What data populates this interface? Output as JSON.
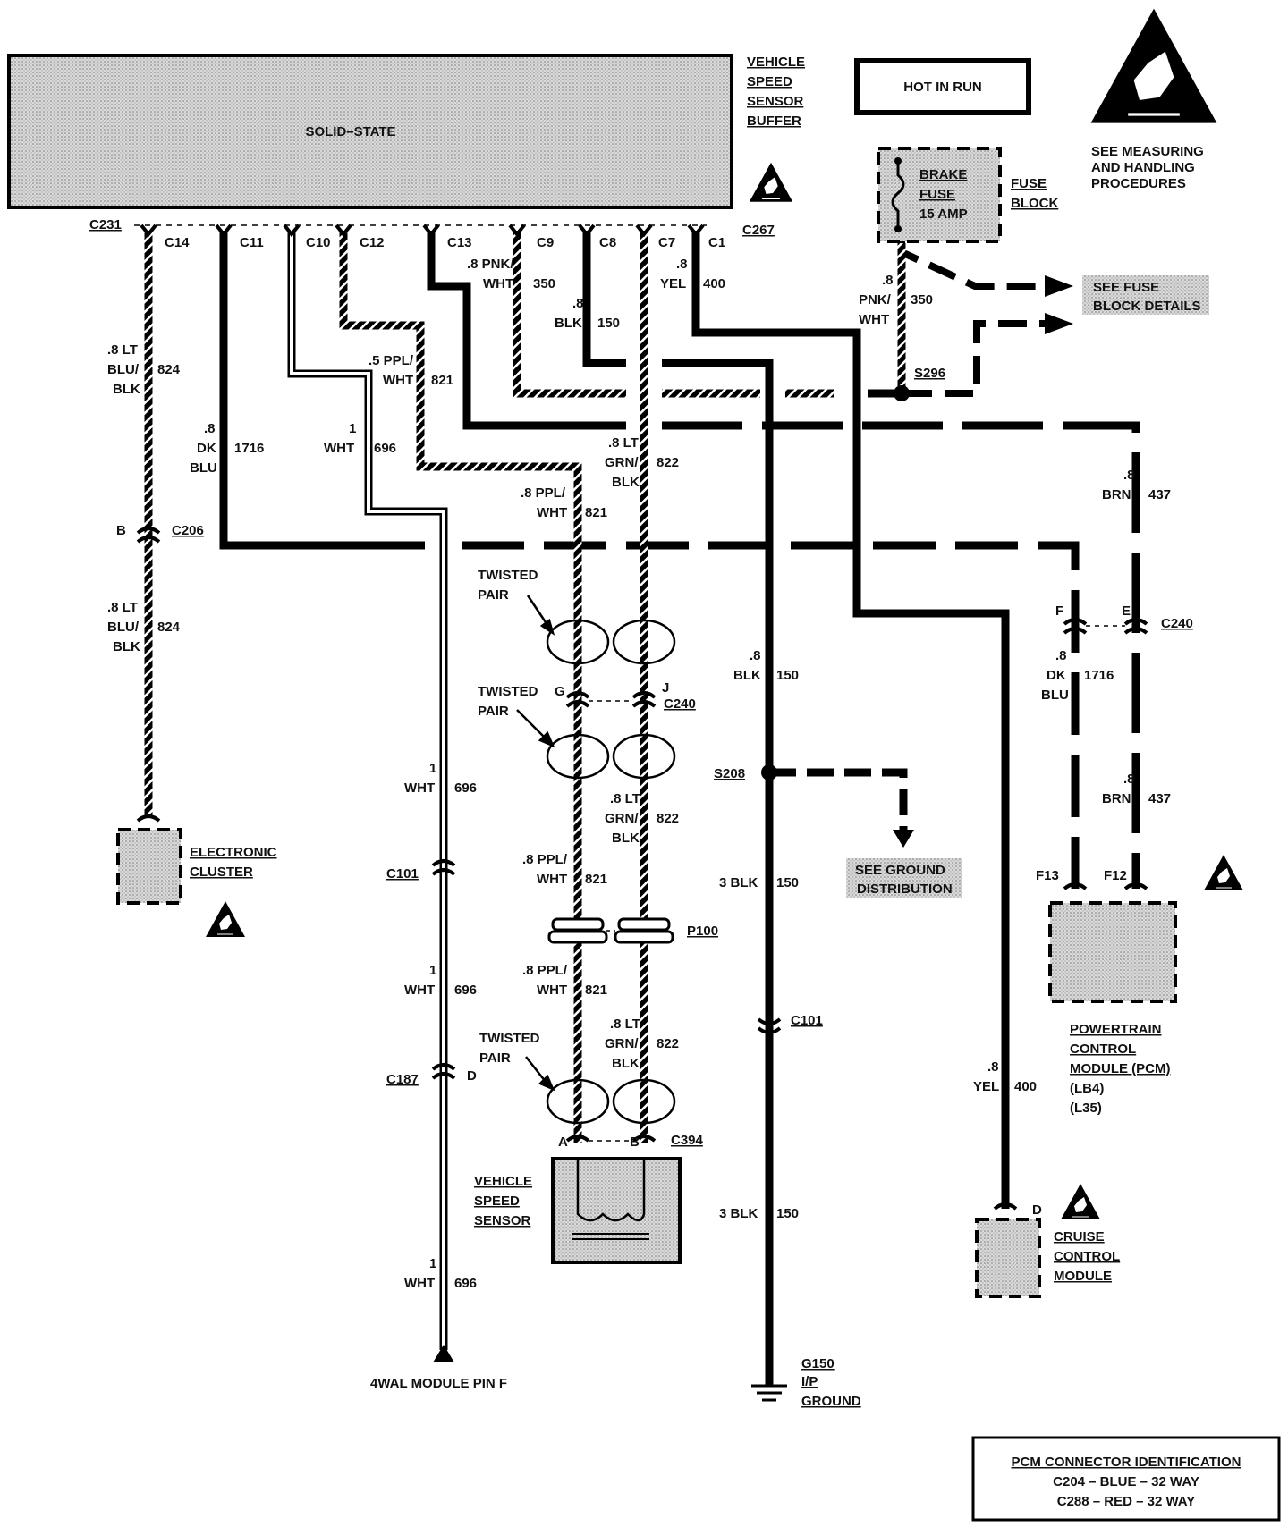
{
  "header": {
    "vssb_title": [
      "VEHICLE",
      "SPEED",
      "SENSOR",
      "BUFFER"
    ],
    "solid_state": "SOLID–STATE",
    "hot_in_run": "HOT IN RUN",
    "esd_note": [
      "SEE MEASURING",
      "AND HANDLING",
      "PROCEDURES"
    ]
  },
  "fuse": {
    "name": [
      "BRAKE",
      "FUSE",
      "15 AMP"
    ],
    "block": [
      "FUSE",
      "BLOCK"
    ],
    "details": [
      "SEE FUSE",
      "BLOCK DETAILS"
    ]
  },
  "connectors": {
    "c231": "C231",
    "c267": "C267",
    "pins": [
      "C14",
      "C11",
      "C10",
      "C12",
      "C13",
      "C9",
      "C8",
      "C7",
      "C1"
    ],
    "c206": "C206",
    "c206_pin": "B",
    "c240_top": "C240",
    "c240_f": "F",
    "c240_e": "E",
    "c240_mid": "C240",
    "c240_g": "G",
    "c240_j": "J",
    "c101_left": "C101",
    "c101_right": "C101",
    "c187": "C187",
    "c187_pin": "D",
    "p100": "P100",
    "c394": "C394",
    "c394_a": "A",
    "c394_b": "B",
    "pcm_f13": "F13",
    "pcm_f12": "F12",
    "cruise_d": "D"
  },
  "splices": {
    "s296": "S296",
    "s208": "S208"
  },
  "wires": {
    "w824_top": [
      ".8 LT",
      "BLU/",
      "BLK"
    ],
    "w824_num": "824",
    "w824_bot": [
      ".8 LT",
      "BLU/",
      "BLK"
    ],
    "w824_num2": "824",
    "w1716_top": [
      ".8",
      "DK",
      "BLU"
    ],
    "w1716_num": "1716",
    "w696_1": [
      "1",
      "WHT"
    ],
    "w696_num": "696",
    "w821_top": [
      ".5 PPL/",
      "WHT"
    ],
    "w821_num": "821",
    "w350_top": [
      ".8 PNK/",
      "WHT"
    ],
    "w350_num": "350",
    "w150_top": [
      ".8",
      "BLK"
    ],
    "w150_num": "150",
    "w400_top": [
      ".8",
      "YEL"
    ],
    "w400_num": "400",
    "w350_fuse": [
      ".8",
      "PNK/",
      "WHT"
    ],
    "w350_fuse_num": "350",
    "w822_a": [
      ".8 LT",
      "GRN/",
      "BLK"
    ],
    "w822_num": "822",
    "w821_b": [
      ".8 PPL/",
      "WHT"
    ],
    "w821_num_b": "821",
    "w437_a": [
      ".8",
      "BRN"
    ],
    "w437_num": "437",
    "w150_b": [
      ".8",
      "BLK"
    ],
    "w150_num_b": "150",
    "w1716_b": [
      ".8",
      "DK",
      "BLU"
    ],
    "w1716_num_b": "1716",
    "w696_2": [
      "1",
      "WHT"
    ],
    "w696_num_2": "696",
    "w822_b": [
      ".8 LT",
      "GRN/",
      "BLK"
    ],
    "w822_num_b": "822",
    "w437_b": [
      ".8",
      "BRN"
    ],
    "w437_num_b": "437",
    "w821_c": [
      ".8 PPL/",
      "WHT"
    ],
    "w821_num_c": "821",
    "w150_c": "3 BLK",
    "w150_num_c": "150",
    "w696_3": [
      "1",
      "WHT"
    ],
    "w696_num_3": "696",
    "w821_d": [
      ".8 PPL/",
      "WHT"
    ],
    "w821_num_d": "821",
    "w822_c": [
      ".8 LT",
      "GRN/",
      "BLK"
    ],
    "w822_num_c": "822",
    "w400_b": [
      ".8",
      "YEL"
    ],
    "w400_num_b": "400",
    "w150_d": "3 BLK",
    "w150_num_d": "150",
    "w696_4": [
      "1",
      "WHT"
    ],
    "w696_num_4": "696"
  },
  "labels": {
    "twisted_pair": [
      "TWISTED",
      "PAIR"
    ],
    "electronic_cluster": [
      "ELECTRONIC",
      "CLUSTER"
    ],
    "ground_dist": [
      "SEE GROUND",
      "DISTRIBUTION"
    ],
    "pcm": [
      "POWERTRAIN",
      "CONTROL",
      "MODULE (PCM)",
      "(LB4)",
      "(L35)"
    ],
    "vss": [
      "VEHICLE",
      "SPEED",
      "SENSOR"
    ],
    "cruise": [
      "CRUISE",
      "CONTROL",
      "MODULE"
    ],
    "wal": "4WAL MODULE PIN F",
    "ground": [
      "G150",
      "I/P",
      "GROUND"
    ]
  },
  "pcm_id": {
    "title": "PCM CONNECTOR IDENTIFICATION",
    "lines": [
      "C204 – BLUE – 32 WAY",
      "C288 – RED – 32 WAY"
    ]
  }
}
